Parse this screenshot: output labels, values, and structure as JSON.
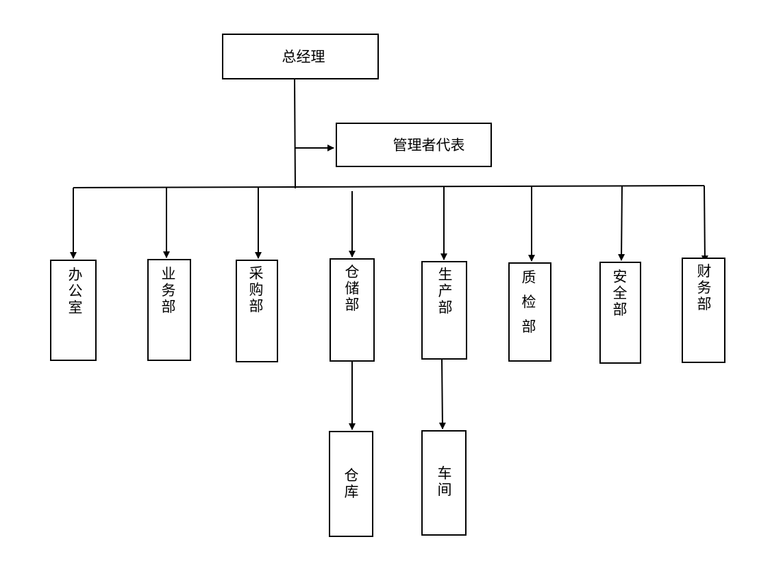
{
  "org_chart": {
    "top": {
      "label": "总经理"
    },
    "representative": {
      "label": "管理者代表"
    },
    "departments": [
      {
        "id": "office",
        "label": "办公室"
      },
      {
        "id": "sales",
        "label": "业务部"
      },
      {
        "id": "purchasing",
        "label": "采购部"
      },
      {
        "id": "warehousing",
        "label": "仓储部"
      },
      {
        "id": "production",
        "label": "生产部"
      },
      {
        "id": "quality",
        "label": "质检部"
      },
      {
        "id": "safety",
        "label": "安全部"
      },
      {
        "id": "finance",
        "label": "财务部"
      }
    ],
    "sub_units": [
      {
        "id": "warehouse",
        "parent": "warehousing",
        "label": "仓库"
      },
      {
        "id": "workshop",
        "parent": "production",
        "label": "车间"
      }
    ]
  }
}
